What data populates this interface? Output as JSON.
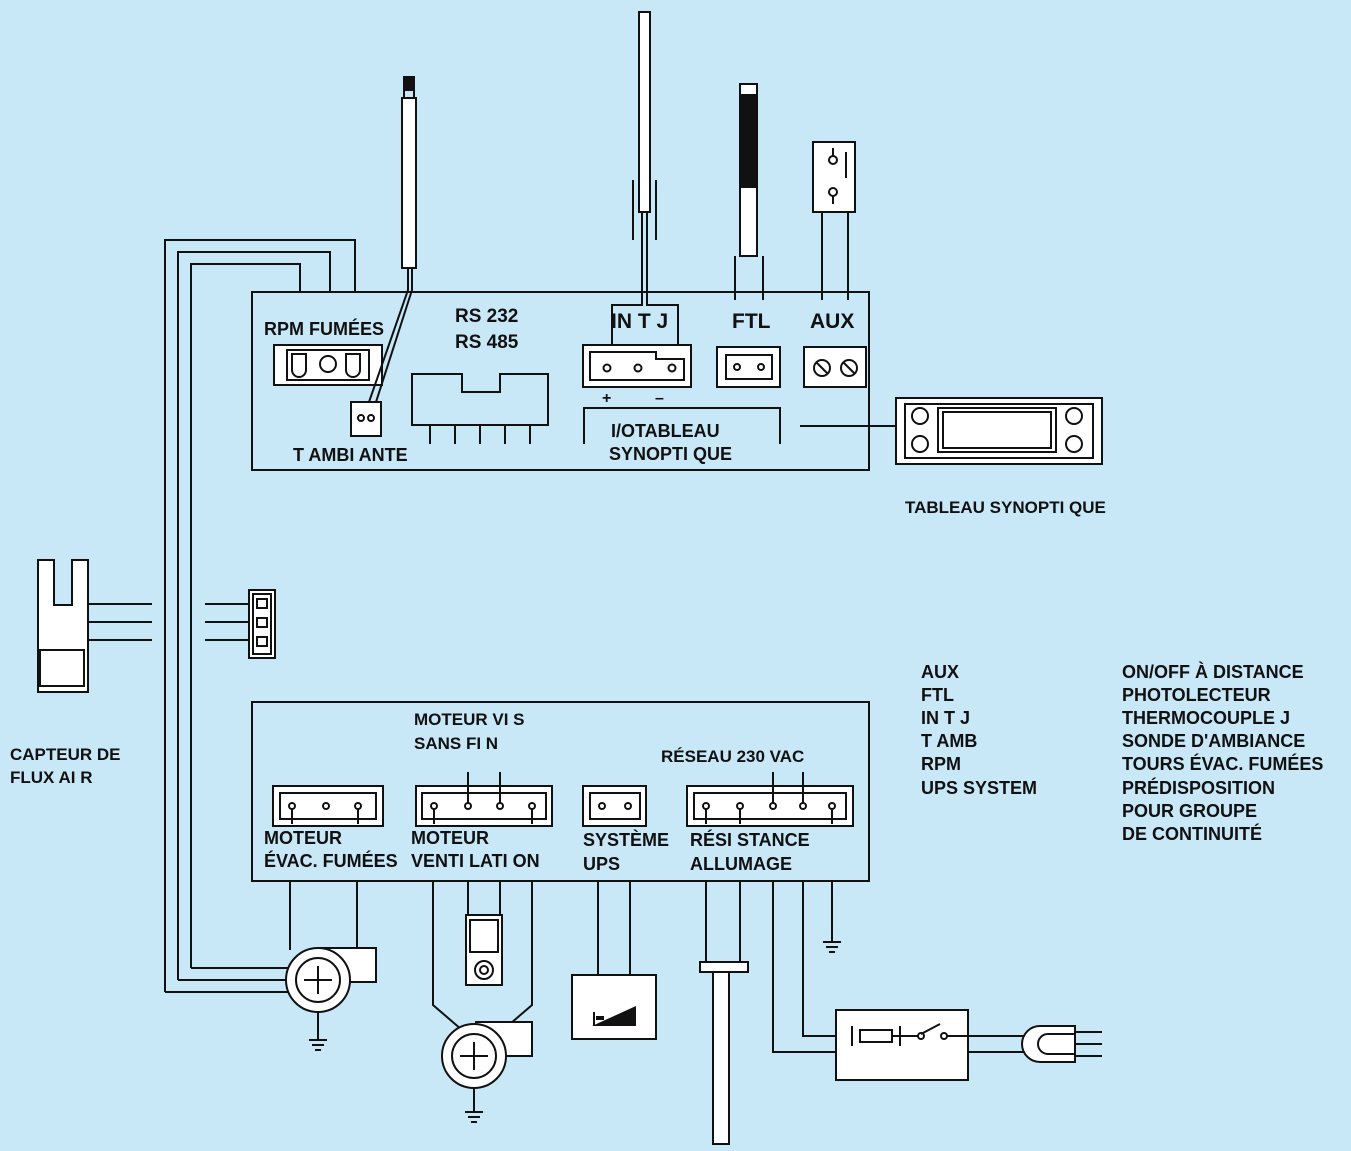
{
  "colors": {
    "background": "#c8e8f8",
    "ink": "#111111"
  },
  "top_board": {
    "rpm_label": "RPM  FUMÉES",
    "rs232": "RS 232",
    "rs485": "RS 485",
    "int_label": "IN T J",
    "ftl_label": "FTL",
    "aux_label": "AUX",
    "plus": "+",
    "minus": "–",
    "io_line1": "I/OTABLEAU",
    "io_line2": "SYNOPTI QUE",
    "tamb_label": "T AMBI ANTE"
  },
  "tableau_label": "TABLEAU  SYNOPTI QUE",
  "capteur": {
    "line1": "CAPTEUR  DE",
    "line2": "FLUX  AI R"
  },
  "bottom_board": {
    "moteur_vis_1": "MOTEUR  VI S",
    "moteur_vis_2": "SANS  FI N",
    "reseau": "RÉSEAU  230  VAC",
    "evac_1": "MOTEUR",
    "evac_2": "ÉVAC. FUMÉES",
    "vent_1": "MOTEUR",
    "vent_2": "VENTI LATI ON",
    "ups_1": "SYSTÈME",
    "ups_2": "UPS",
    "res_1": "RÉSI STANCE",
    "res_2": "ALLUMAGE"
  },
  "legend": [
    {
      "key": "AUX",
      "desc": "ON/OFF À DISTANCE"
    },
    {
      "key": "FTL",
      "desc": "PHOTOLECTEUR"
    },
    {
      "key": "IN T J",
      "desc": "THERMOCOUPLE J"
    },
    {
      "key": "T AMB",
      "desc": "SONDE D'AMBIANCE"
    },
    {
      "key": "RPM",
      "desc": "TOURS ÉVAC. FUMÉES"
    },
    {
      "key": "UPS SYSTEM",
      "desc": "PRÉDISPOSITION"
    },
    {
      "key": "",
      "desc": "POUR GROUPE"
    },
    {
      "key": "",
      "desc": "DE CONTINUITÉ"
    }
  ]
}
